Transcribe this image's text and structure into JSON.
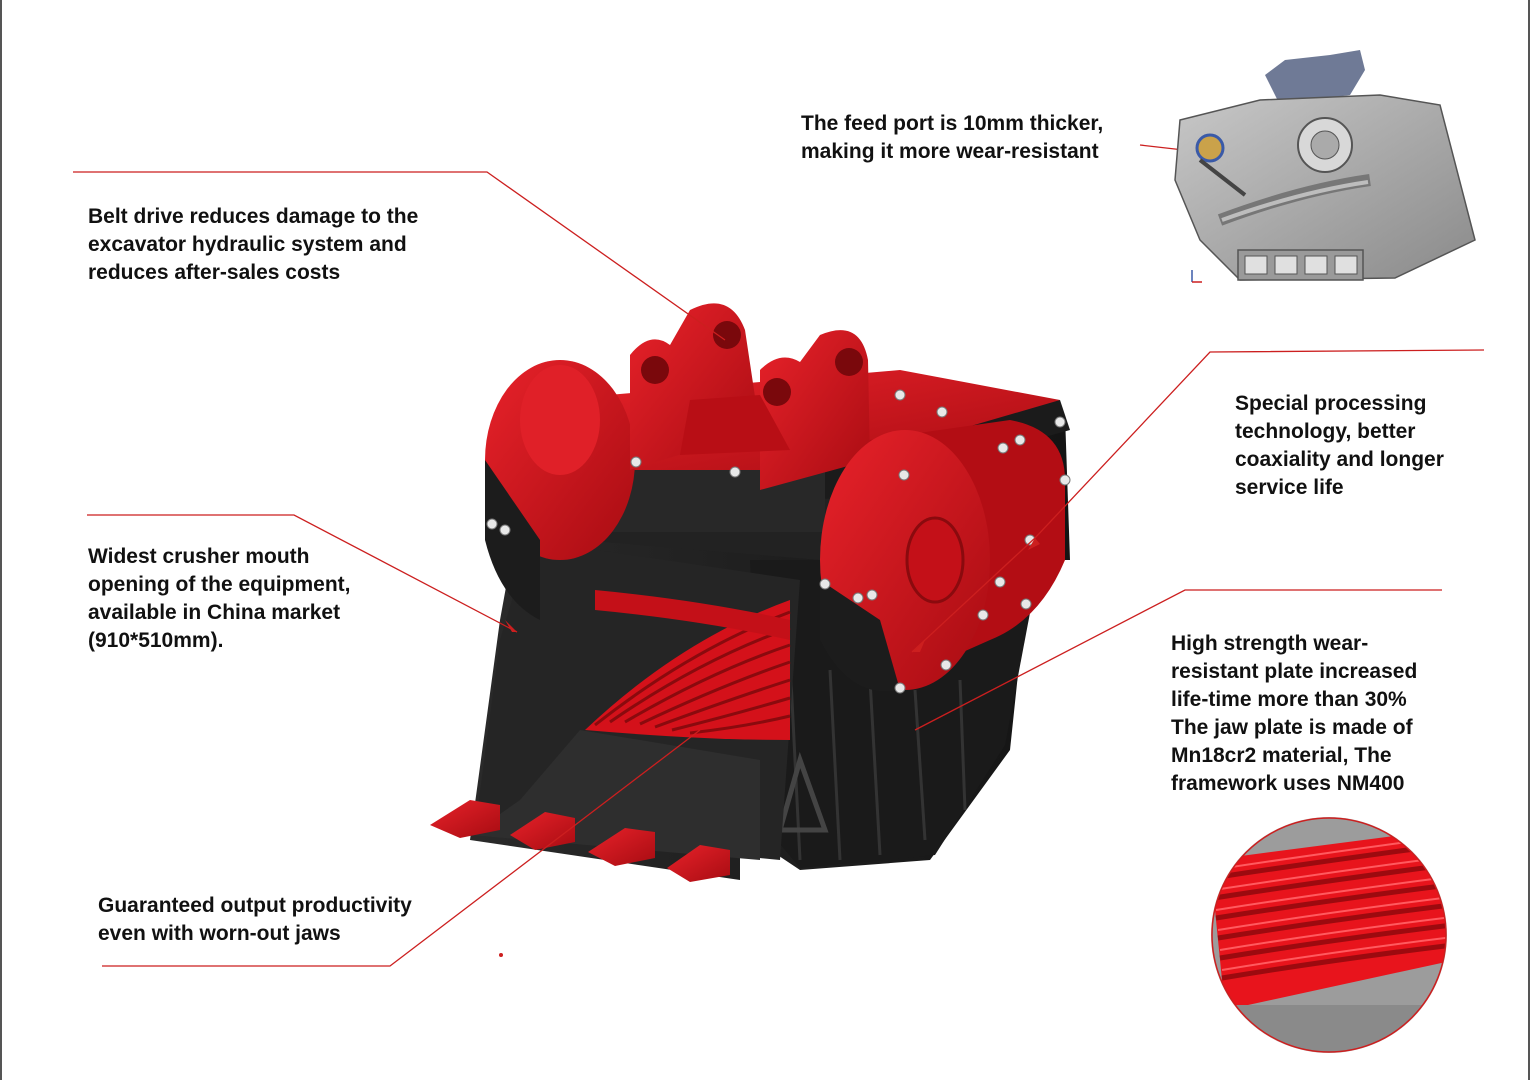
{
  "callouts": {
    "belt_drive": "Belt drive reduces damage to the\nexcavator hydraulic system and\nreduces after-sales costs",
    "crusher_mouth": "Widest crusher mouth\nopening of the equipment,\navailable in China market\n(910*510mm).",
    "output": "Guaranteed output productivity\neven with worn-out jaws",
    "feed_port": "The feed port is 10mm thicker,\nmaking it more wear-resistant",
    "special_processing": "Special processing\ntechnology, better\ncoaxiality and longer\nservice life",
    "plate": "High strength wear-\nresistant plate increased\nlife-time more than 30%\nThe jaw plate is made of\nMn18cr2 material, The\nframework uses NM400"
  },
  "colors": {
    "bucket_red": "#d4111a",
    "bucket_dark": "#1e1e1e",
    "leader_line": "#cc1f1f",
    "inset_gray": "#a8a8a8"
  },
  "icons": {
    "main_illustration": "crusher-bucket-illustration",
    "inset_section": "cross-section-drawing",
    "inset_photo": "jaw-plate-photo"
  }
}
